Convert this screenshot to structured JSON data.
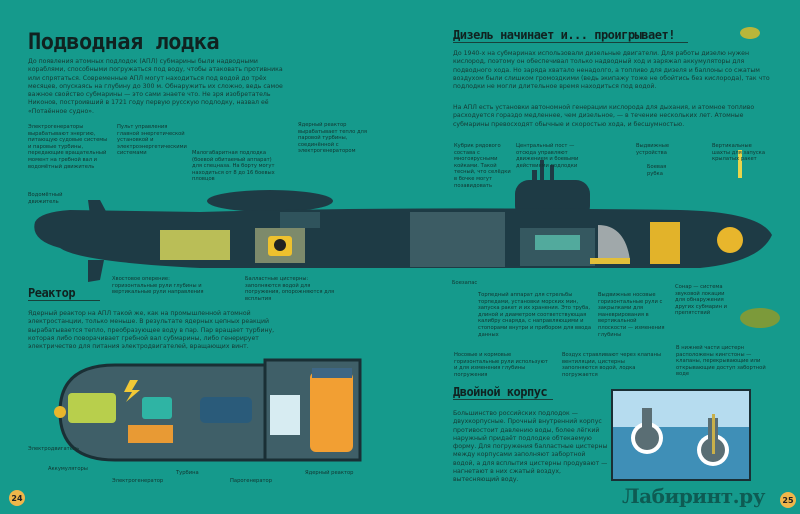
{
  "left_page": {
    "title": "Подводная лодка",
    "intro": "До появления атомных подлодок (АПЛ) субмарины были надводными кораблями, способными погружаться под воду, чтобы атаковать противника или спрятаться. Современные АПЛ могут находиться под водой до трёх месяцев, опускаясь на глубину до 300 м. Обнаружить их сложно, ведь самое важное свойство субмарины — это сами знаете что. Не зря изобретатель Никонов, построивший в 1721 году первую русскую подлодку, назвал её «Потаённое судно».",
    "page_number": "24"
  },
  "submarine_labels": {
    "generators": "Электрогенераторы вырабатывают энергию, питающую судовые системы и паровые турбины, передающие вращательный момент на гребной вал и водомётный движитель",
    "control_panel": "Пульт управления главной энергетической установкой и электроэнергетическими системами",
    "mini_sub": "Малогабаритная подлодка (боевой обитаемый аппарат) для спецназа. На борту могут находиться от 8 до 16 боевых пловцов",
    "reactor": "Ядерный реактор вырабатывает тепло для паровой турбины, соединённой с электрогенератором",
    "waterjet": "Водомётный движитель",
    "crew_quarters": "Кубрик рядового состава с многоярусными койками. Такой тесный, что селёдки в бочке могут позавидовать",
    "central_post": "Центральный пост — отсюда управляют движением и боевыми действиями подлодки",
    "masts": "Выдвижные устройства",
    "conning_tower": "Боевая рубка",
    "missile_shafts": "Вертикальные шахты для запуска крылатых ракет",
    "tail": "Хвостовое оперение: горизонтальные рули глубины и вертикальные рули направления",
    "ballast": "Балластные цистерны: заполняются водой для погружения, опорожняются для всплытия",
    "ammo": "Боезапас",
    "torpedo": "Торпедный аппарат для стрельбы торпедами, установки морских мин, запуска ракет и их хранения. Это труба, длиной и диаметром соответствующая калибру снаряда, с направляющими и стопорами внутри и прибором для ввода данных",
    "bow_planes": "Выдвижные носовые горизонтальные рули с закрылками для маневрирования в вертикальной плоскости — изменения глубины",
    "sonar": "Сонар — система звуковой локации для обнаружения других субмарин и препятствий"
  },
  "diesel": {
    "title": "Дизель начинает и... проигрывает!",
    "p1": "До 1940-х на субмаринах использовали дизельные двигатели. Для работы дизелю нужен кислород, поэтому он обеспечивал только надводный ход и заряжал аккумуляторы для подводного хода. Но заряда хватало ненадолго, а топливо для дизеля и баллоны со сжатым воздухом были слишком громоздкими (ведь экипажу тоже не обойтись без кислорода), так что подлодки не могли длительное время находиться под водой.",
    "p2": "На АПЛ есть установки автономной генерации кислорода для дыхания, и атомное топливо расходуется гораздо медленнее, чем дизельное, — в течение нескольких лет. Атомные субмарины превосходят обычные и скоростью хода, и бесшумностью."
  },
  "reactor": {
    "title": "Реактор",
    "text": "Ядерный реактор на АПЛ такой же, как на промышленной атомной электростанции, только меньше. В результате ядерных цепных реакций вырабатывается тепло, преобразующее воду в пар. Пар вращает турбину, которая либо поворачивает гребной вал субмарины, либо генерирует электричество для питания электродвигателей, вращающих винт.",
    "labels": {
      "motor": "Электродвигатель",
      "batteries": "Аккумуляторы",
      "generator": "Электрогенератор",
      "turbine": "Турбина",
      "steam_gen": "Парогенератор",
      "reactor": "Ядерный реактор"
    }
  },
  "double_hull": {
    "title": "Двойной корпус",
    "text": "Большинство российских подлодок — двухкорпусные. Прочный внутренний корпус противостоит давлению воды, более лёгкий наружный придаёт подлодке обтекаемую форму. Для погружения балластные цистерны между корпусами заполняют забортной водой, а для всплытия цистерны продувают — нагнетают в них сжатый воздух, вытесняющий воду.",
    "label_rudders": "Носовые и кормовые горизонтальные рули используют и для изменения глубины погружения",
    "label_air": "Воздух стравливают через клапаны вентиляции, цистерны заполняются водой, лодка погружается",
    "label_kingston": "В нижней части цистерн расположены кингстоны — клапаны, перекрывающие или открывающие доступ забортной воде"
  },
  "right_page": {
    "page_number": "25"
  },
  "watermark": "Лабиринт.ру",
  "colors": {
    "background": "#159a8c",
    "hull": "#1e3b45",
    "accent_yellow": "#e8b62c"
  }
}
